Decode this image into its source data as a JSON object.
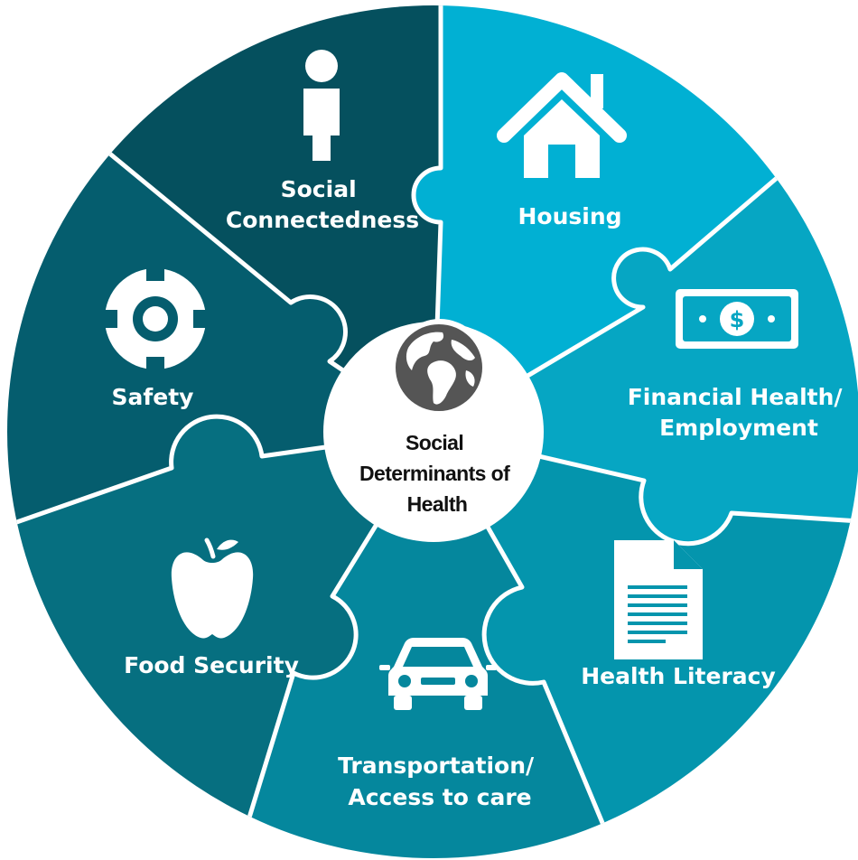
{
  "center": {
    "lines": [
      "Social",
      "Determinants of",
      "Health"
    ],
    "icon": "globe-icon"
  },
  "segments": [
    {
      "id": "social-connectedness",
      "lines": [
        "Social",
        "Connectedness"
      ],
      "icon": "person-icon",
      "color": "#05505E"
    },
    {
      "id": "housing",
      "lines": [
        "Housing"
      ],
      "icon": "house-icon",
      "color": "#01B0D3"
    },
    {
      "id": "financial-health",
      "lines": [
        "Financial Health/",
        "Employment"
      ],
      "icon": "money-icon",
      "color": "#06A6C3"
    },
    {
      "id": "health-literacy",
      "lines": [
        "Health Literacy"
      ],
      "icon": "document-icon",
      "color": "#0495AD"
    },
    {
      "id": "transportation",
      "lines": [
        "Transportation/",
        "Access to care"
      ],
      "icon": "car-icon",
      "color": "#05879D"
    },
    {
      "id": "food-security",
      "lines": [
        "Food Security"
      ],
      "icon": "apple-icon",
      "color": "#066F80"
    },
    {
      "id": "safety",
      "lines": [
        "Safety"
      ],
      "icon": "lifebuoy-icon",
      "color": "#055D6E"
    }
  ]
}
